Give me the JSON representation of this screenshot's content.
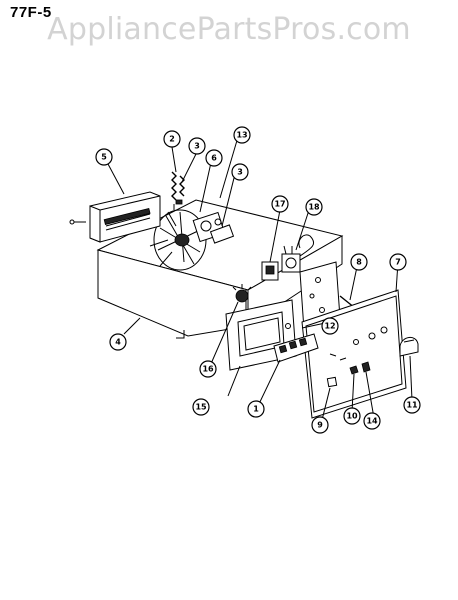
{
  "header": {
    "page_code": "77F-5",
    "watermark": "AppliancePartsPros.com"
  },
  "callouts": [
    {
      "id": "c1",
      "label": "1"
    },
    {
      "id": "c2",
      "label": "2"
    },
    {
      "id": "c3a",
      "label": "3"
    },
    {
      "id": "c3b",
      "label": "3"
    },
    {
      "id": "c4",
      "label": "4"
    },
    {
      "id": "c5",
      "label": "5"
    },
    {
      "id": "c6",
      "label": "6"
    },
    {
      "id": "c7",
      "label": "7"
    },
    {
      "id": "c8",
      "label": "8"
    },
    {
      "id": "c9",
      "label": "9"
    },
    {
      "id": "c10",
      "label": "10"
    },
    {
      "id": "c11",
      "label": "11"
    },
    {
      "id": "c12",
      "label": "12"
    },
    {
      "id": "c13",
      "label": "13"
    },
    {
      "id": "c14",
      "label": "14"
    },
    {
      "id": "c15",
      "label": "15"
    },
    {
      "id": "c16",
      "label": "16"
    },
    {
      "id": "c17",
      "label": "17"
    },
    {
      "id": "c18",
      "label": "18"
    }
  ]
}
